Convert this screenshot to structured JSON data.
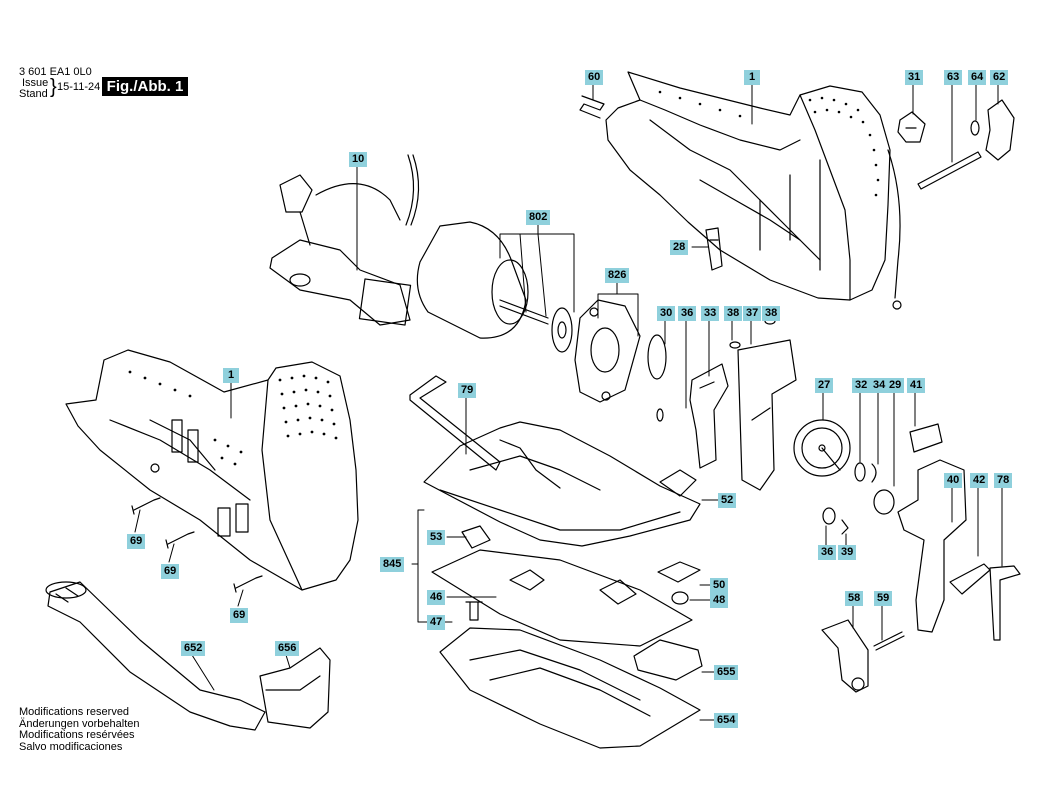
{
  "header": {
    "doc_number": "3 601 EA1 0L0",
    "issue_label": "Issue",
    "stand_label": "Stand",
    "date": "15-11-24",
    "figure_label": "Fig./Abb. 1"
  },
  "notes": [
    "Modifications reserved",
    "Änderungen vorbehalten",
    "Modifications resérvées",
    "Salvo modificaciones"
  ],
  "part_callouts": {
    "c60": "60",
    "c1a": "1",
    "c31": "31",
    "c63": "63",
    "c64": "64",
    "c62": "62",
    "c10": "10",
    "c802": "802",
    "c28": "28",
    "c826": "826",
    "c30": "30",
    "c36a": "36",
    "c33": "33",
    "c38a": "38",
    "c37": "37",
    "c38b": "38",
    "c1b": "1",
    "c79": "79",
    "c27": "27",
    "c32": "32",
    "c34": "34",
    "c29": "29",
    "c41": "41",
    "c69a": "69",
    "c69b": "69",
    "c69c": "69",
    "c52": "52",
    "c53": "53",
    "c845": "845",
    "c46": "46",
    "c47": "47",
    "c50": "50",
    "c48": "48",
    "c36b": "36",
    "c39": "39",
    "c40": "40",
    "c42": "42",
    "c78": "78",
    "c58": "58",
    "c59": "59",
    "c652": "652",
    "c656": "656",
    "c655": "655",
    "c654": "654"
  },
  "colors": {
    "callout_bg": "#8fd0dc",
    "ink": "#000000"
  }
}
